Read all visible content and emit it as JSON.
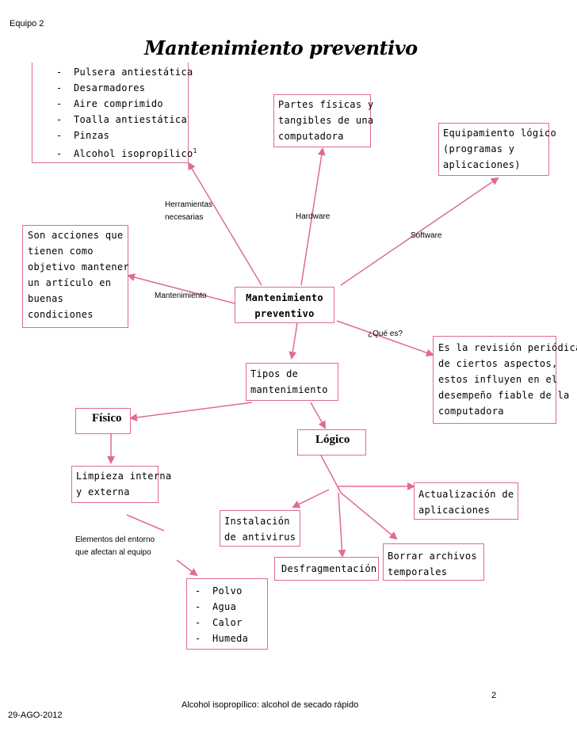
{
  "header": {
    "team": "Equipo 2",
    "title": "Mantenimiento preventivo"
  },
  "center": {
    "lines": [
      "Mantenimiento",
      "preventivo"
    ]
  },
  "tools": {
    "items": [
      "Pulsera antiestática",
      "Desarmadores",
      "Aire comprimido",
      "Toalla antiestática",
      "Pinzas",
      "Alcohol isopropílico"
    ],
    "footnote_mark": "1"
  },
  "hardware_box": {
    "lines": [
      "Partes físicas y",
      "tangibles de una",
      "computadora"
    ]
  },
  "software_box": {
    "lines": [
      "Equipamiento lógico",
      "(programas y",
      "aplicaciones)"
    ]
  },
  "definition_box": {
    "lines": [
      "Son acciones que",
      "tienen como",
      "objetivo mantener",
      "un artículo en",
      "buenas",
      "condiciones"
    ]
  },
  "labels": {
    "herramientas": [
      "Herramientas",
      "necesarias"
    ],
    "hardware": "Hardware",
    "software": "Software",
    "mantenimiento": "Mantenimiento",
    "que_es": "¿Qué es?",
    "elementos": [
      "Elementos del entorno",
      "que afectan al equipo"
    ]
  },
  "what_is_box": {
    "lines": [
      "Es la revisión periódica",
      "de ciertos aspectos,",
      "estos influyen en el",
      "desempeño fiable de la",
      "computadora"
    ]
  },
  "types_box": {
    "lines": [
      "Tipos de",
      "mantenimiento"
    ]
  },
  "fisico": "Físico",
  "logico": "Lógico",
  "limpieza_box": {
    "lines": [
      "Limpieza interna",
      "y externa"
    ]
  },
  "actualizacion_box": {
    "lines": [
      "Actualización de",
      "aplicaciones"
    ]
  },
  "antivirus_box": {
    "lines": [
      "Instalación",
      "de antivirus"
    ]
  },
  "borrar_box": {
    "lines": [
      "Borrar archivos",
      "temporales"
    ]
  },
  "desfrag": "Desfragmentación",
  "env_items": [
    "Polvo",
    "Agua",
    "Calor",
    "Humeda"
  ],
  "footer": {
    "page": "2",
    "note": "Alcohol isopropílico: alcohol de secado rápido",
    "date": "29-AGO-2012"
  },
  "colors": {
    "arrow": "#e0699a",
    "border": "#e0699a"
  }
}
